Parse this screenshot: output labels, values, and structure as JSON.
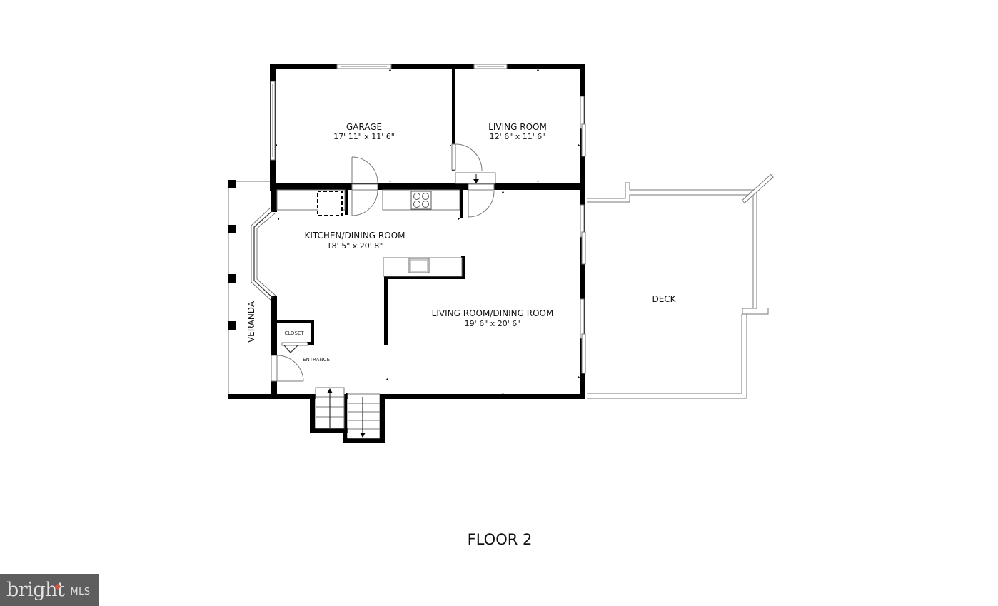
{
  "floor_title": "FLOOR 2",
  "logo": {
    "brand": "bright",
    "suffix": "MLS",
    "accent_color": "#d9513a",
    "bg_color": "#5e5e5e"
  },
  "rooms": {
    "garage": {
      "label": "GARAGE",
      "dimensions": "17' 11\" x 11' 6\""
    },
    "living_room": {
      "label": "LIVING ROOM",
      "dimensions": "12' 6\" x 11' 6\""
    },
    "kitchen_dining": {
      "label": "KITCHEN/DINING ROOM",
      "dimensions": "18' 5\" x 20' 8\""
    },
    "living_dining": {
      "label": "LIVING ROOM/DINING ROOM",
      "dimensions": "19' 6\" x 20' 6\""
    },
    "deck": {
      "label": "DECK"
    },
    "veranda": {
      "label": "VERANDA"
    },
    "closet": {
      "label": "CLOSET"
    },
    "entrance": {
      "label": "ENTRANCE"
    }
  },
  "colors": {
    "wall": "#000000",
    "outline": "#777777",
    "background": "#ffffff"
  }
}
